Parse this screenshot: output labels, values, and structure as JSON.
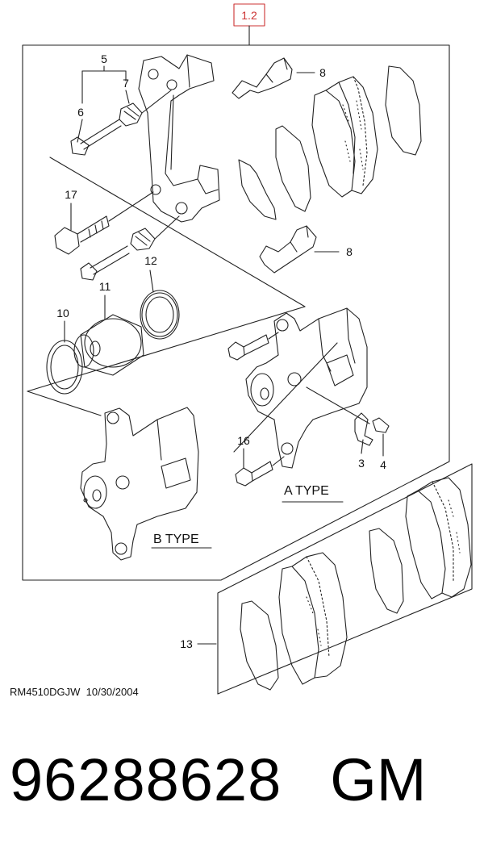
{
  "header": {
    "ref_badge": "1.2"
  },
  "callouts": {
    "c1": "5",
    "c2": "7",
    "c3": "6",
    "c4": "8",
    "c5": "17",
    "c6": "8",
    "c7": "12",
    "c8": "11",
    "c9": "10",
    "c10": "16",
    "c11": "3",
    "c12": "4",
    "c13": "13"
  },
  "types": {
    "a": "A TYPE",
    "b": "B TYPE"
  },
  "drawing_ref": "RM4510DGJW  10/30/2004",
  "part": {
    "number": "96288628",
    "make": "GM"
  },
  "colors": {
    "badge": "#cc3333",
    "line": "#222222"
  }
}
